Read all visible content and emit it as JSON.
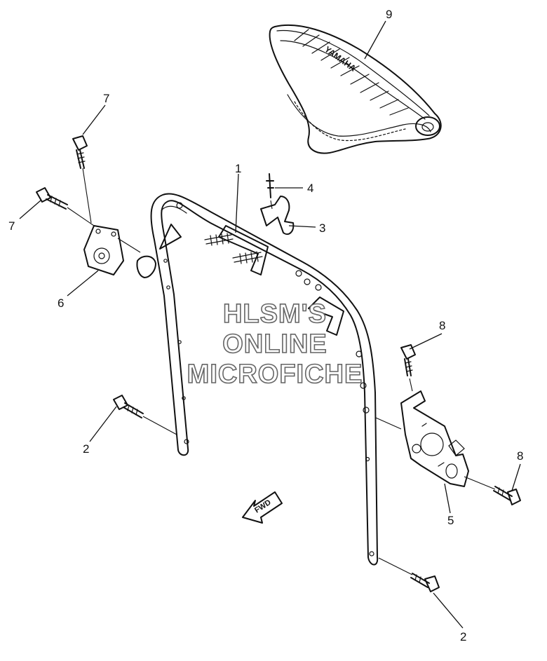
{
  "diagram": {
    "callouts": {
      "c1": "1",
      "c2a": "2",
      "c2b": "2",
      "c3": "3",
      "c4": "4",
      "c5": "5",
      "c6": "6",
      "c7a": "7",
      "c7b": "7",
      "c8a": "8",
      "c8b": "8",
      "c9": "9"
    },
    "fwd_label": "FWD",
    "pad_brand": "YAMAHA",
    "watermark": {
      "line1": "HLSM'S",
      "line2": "ONLINE",
      "line3": "MICROFICHE"
    }
  }
}
